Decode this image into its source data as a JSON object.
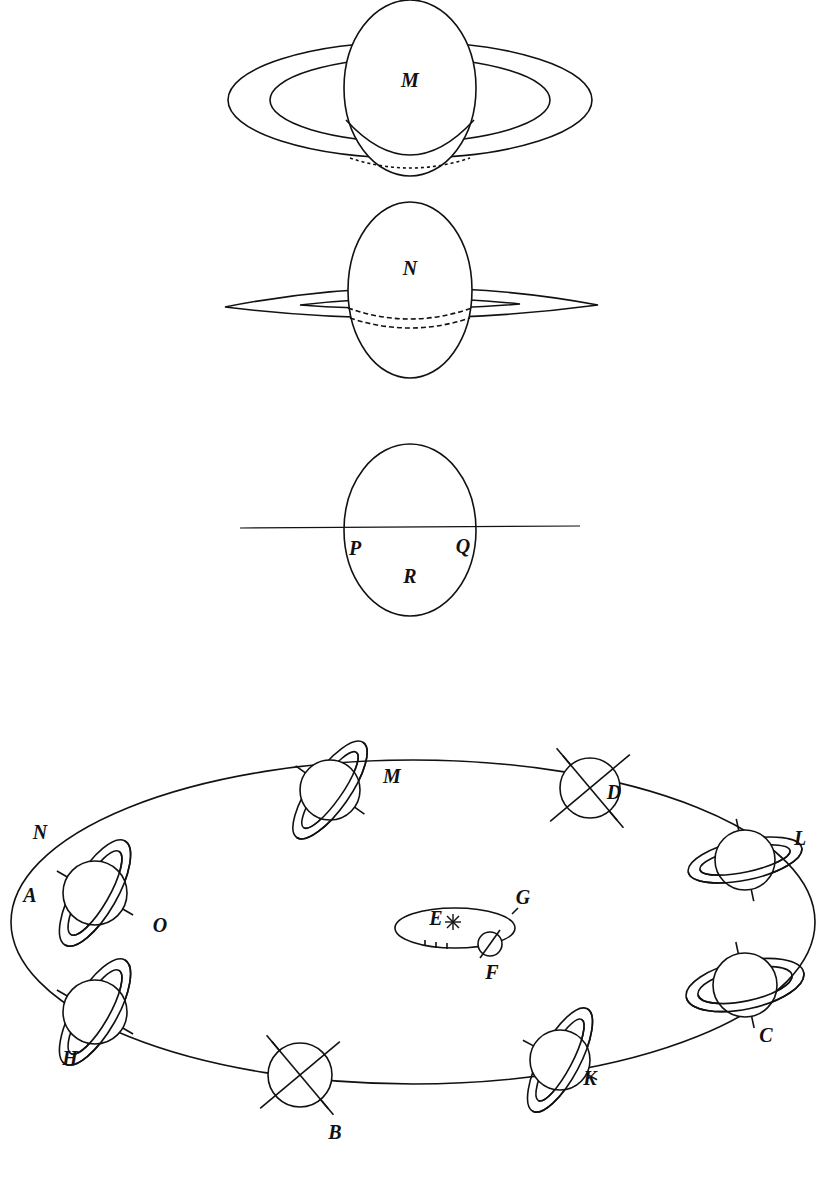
{
  "diagram": {
    "labels": [
      "M",
      "N",
      "P",
      "R",
      "Q",
      "N",
      "M",
      "D",
      "L",
      "A",
      "O",
      "E",
      "G",
      "F",
      "H",
      "B",
      "K",
      "C"
    ]
  }
}
